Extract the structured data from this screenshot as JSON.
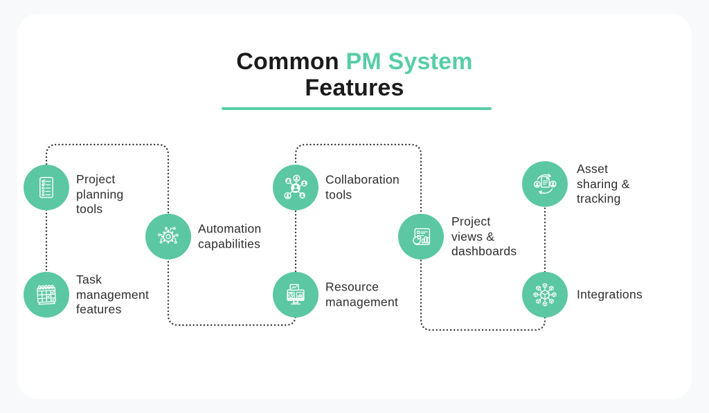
{
  "title": {
    "part1": "Common ",
    "accent": "PM System",
    "line2": "Features"
  },
  "colors": {
    "background": "#F8F9FB",
    "card_background": "#FFFFFF",
    "node_green": "#5CC7A3",
    "title_accent": "#57CDA7",
    "text_dark": "#2D2D2D",
    "connector_dots": "#3A3A3A"
  },
  "nodes": [
    {
      "id": "project-planning",
      "icon": "checklist-icon",
      "label": "Project\nplanning\ntools"
    },
    {
      "id": "task-management",
      "icon": "calendar-icon",
      "label": "Task\nmanagement\nfeatures"
    },
    {
      "id": "automation",
      "icon": "gear-network-icon",
      "label": "Automation\ncapabilities"
    },
    {
      "id": "collaboration",
      "icon": "people-network-icon",
      "label": "Collaboration\ntools"
    },
    {
      "id": "resource-management",
      "icon": "monitor-charts-icon",
      "label": "Resource\nmanagement"
    },
    {
      "id": "project-views",
      "icon": "dashboard-icon",
      "label": "Project\nviews &\ndashboards"
    },
    {
      "id": "asset-sharing",
      "icon": "document-sync-icon",
      "label": "Asset\nsharing &\ntracking"
    },
    {
      "id": "integrations",
      "icon": "cube-network-icon",
      "label": "Integrations"
    }
  ]
}
